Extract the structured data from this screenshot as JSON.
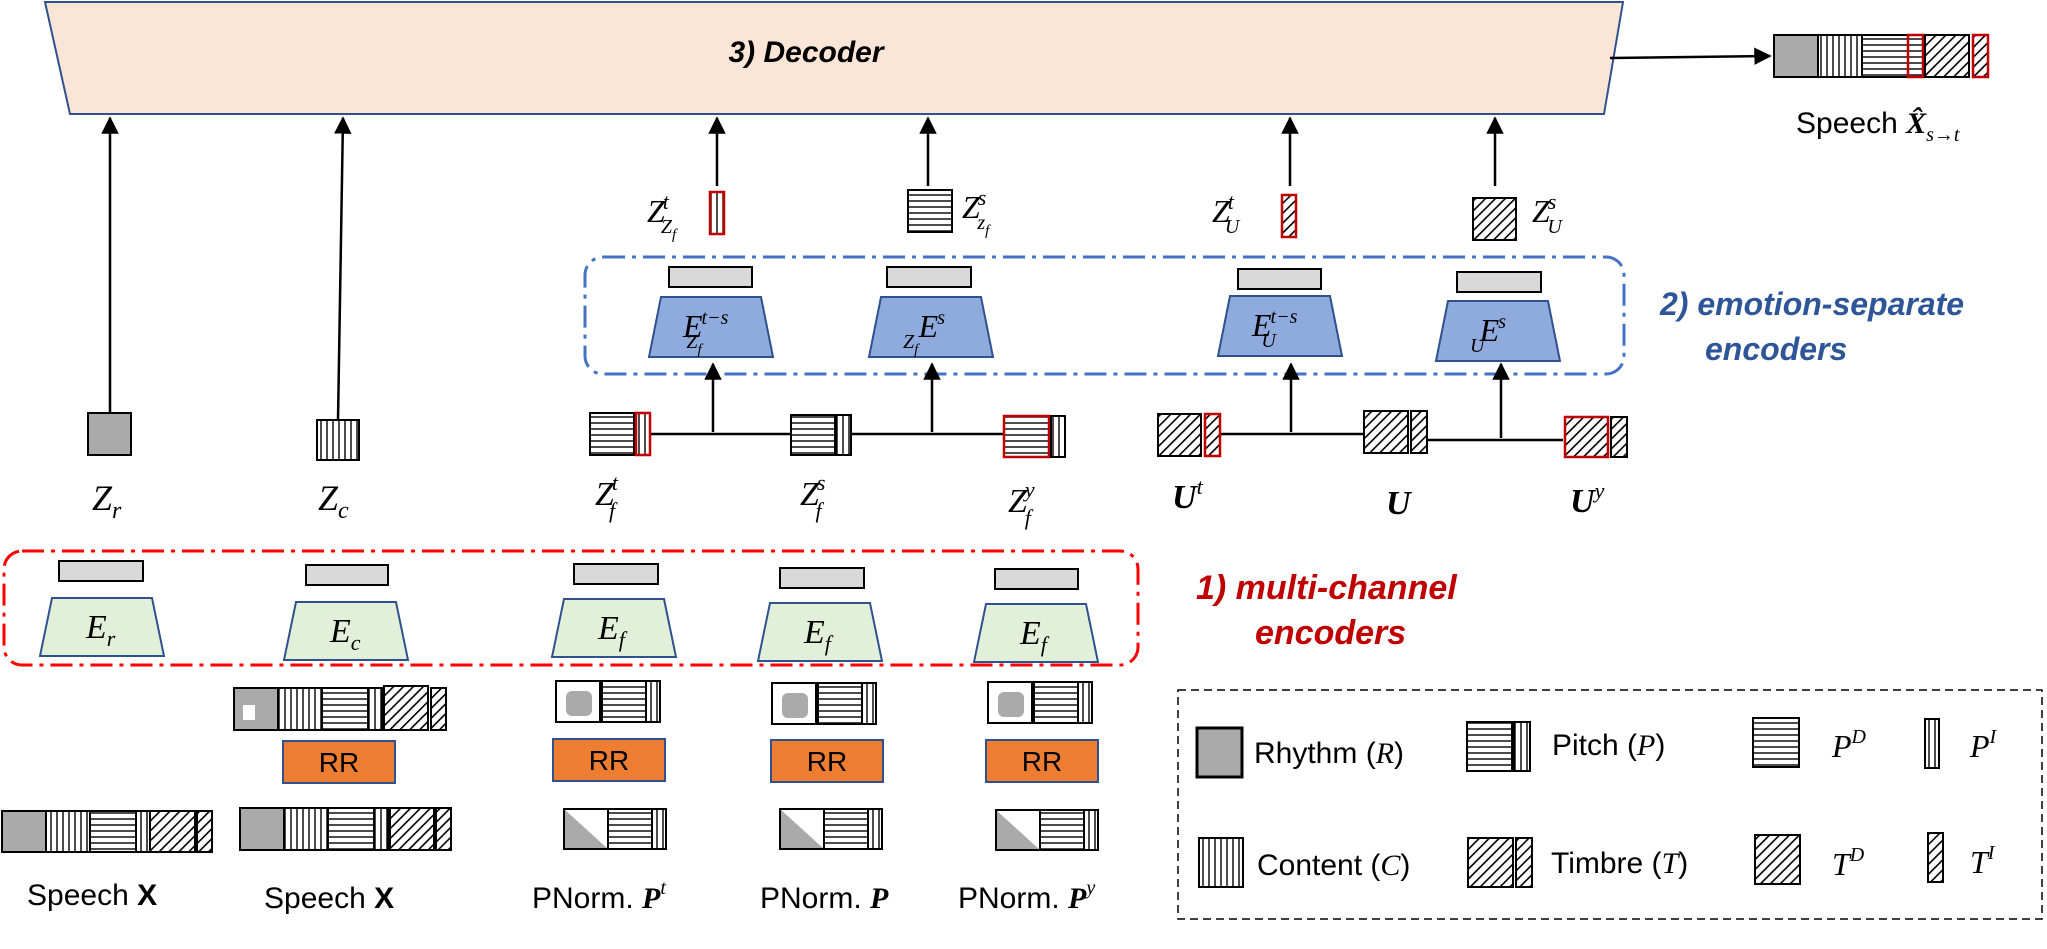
{
  "colors": {
    "decoder_fill": "#fbe5d6",
    "decoder_stroke": "#2f528f",
    "enc1_fill": "#e2f0d9",
    "enc1_stroke": "#2f528f",
    "enc2_fill": "#8faadc",
    "enc2_stroke": "#2f528f",
    "rr_fill": "#ed7d31",
    "red": "#c00000",
    "blue": "#2e5597",
    "gray": "#aaaaaa",
    "bar_gray": "#d9d9d9"
  },
  "decoder": {
    "title": "3) Decoder"
  },
  "output": {
    "prefix": "Speech ",
    "var": "X̂",
    "sub": "s→t"
  },
  "stage1": {
    "title_line1": "1) multi-channel",
    "title_line2": "encoders"
  },
  "stage2": {
    "title_line1": "2) emotion-separate",
    "title_line2": "encoders"
  },
  "latents": {
    "zr": {
      "base": "Z",
      "sub": "r"
    },
    "zc": {
      "base": "Z",
      "sub": "c"
    },
    "zft": {
      "base": "Z",
      "sub": "f",
      "sup": "t"
    },
    "zfs": {
      "base": "Z",
      "sub": "f",
      "sup": "s"
    },
    "zfy": {
      "base": "Z",
      "sub": "f",
      "sup": "y"
    },
    "ut": {
      "base": "U",
      "sup": "t"
    },
    "u": {
      "base": "U"
    },
    "uy": {
      "base": "U",
      "sup": "y"
    }
  },
  "encoders1": [
    {
      "base": "E",
      "sub": "r"
    },
    {
      "base": "E",
      "sub": "c"
    },
    {
      "base": "E",
      "sub": "f"
    },
    {
      "base": "E",
      "sub": "f"
    },
    {
      "base": "E",
      "sub": "f"
    }
  ],
  "encoders2": [
    {
      "base": "E",
      "sub": "Z",
      "subsub": "f",
      "sup": "t−s"
    },
    {
      "base": "E",
      "sub": "Z",
      "subsub": "f",
      "sup": "s"
    },
    {
      "base": "E",
      "sub": "U",
      "sup": "t−s"
    },
    {
      "base": "E",
      "sub": "U",
      "sup": "s"
    }
  ],
  "outputs2": [
    {
      "base": "Z",
      "sub": "Z",
      "subsub": "f",
      "sup": "t"
    },
    {
      "base": "Z",
      "sub": "z",
      "subsub": "f",
      "sup": "s"
    },
    {
      "base": "Z",
      "sub": "U",
      "sup": "t"
    },
    {
      "base": "Z",
      "sub": "U",
      "sup": "s"
    }
  ],
  "rr_label": "RR",
  "bottom_labels": [
    {
      "text": "Speech ",
      "var": "X"
    },
    {
      "text": "Speech ",
      "var": "X"
    },
    {
      "text": "PNorm. ",
      "var": "P",
      "sup": "t"
    },
    {
      "text": "PNorm. ",
      "var": "P"
    },
    {
      "text": "PNorm. ",
      "var": "P",
      "sup": "y"
    }
  ],
  "legend": {
    "rhythm": {
      "text": "Rhythm (",
      "var": "R",
      "close": ")"
    },
    "pitch": {
      "text": "Pitch (",
      "var": "P",
      "close": ")"
    },
    "pd": {
      "base": "P",
      "sup": "D"
    },
    "pi": {
      "base": "P",
      "sup": "I"
    },
    "content": {
      "text": "Content (",
      "var": "C",
      "close": ")"
    },
    "timbre": {
      "text": "Timbre (",
      "var": "T",
      "close": ")"
    },
    "td": {
      "base": "T",
      "sup": "D"
    },
    "ti": {
      "base": "T",
      "sup": "I"
    }
  }
}
